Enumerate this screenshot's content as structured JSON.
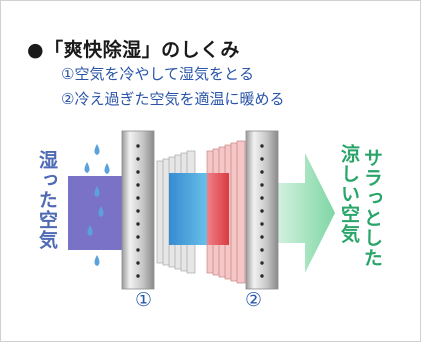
{
  "heading": {
    "bullet": "●",
    "title": "「爽快除湿」のしくみ"
  },
  "steps": [
    "①空気を冷やして湿気をとる",
    "②冷え過ぎた空気を適温に暖める"
  ],
  "labels": {
    "humid_air": "湿った空気",
    "cool_air_col1": "涼しい空気",
    "cool_air_col2": "サラっとした"
  },
  "markers": {
    "first": "①",
    "second": "②"
  },
  "colors": {
    "humid_block": "#7a72c6",
    "drop": "#5aa2dc",
    "cold_core": "#3a9bdc",
    "warm_core": "#e24a52",
    "arrow": "#7ed6a4",
    "label_humid": "#4f6ab4",
    "label_cool": "#2aa56a",
    "step_text": "#2a55a8"
  }
}
